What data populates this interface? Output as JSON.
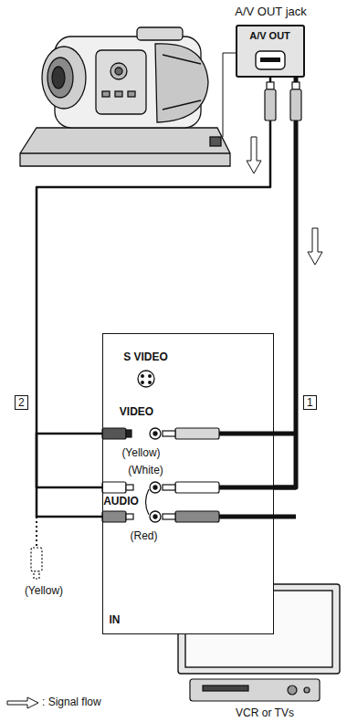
{
  "diagram": {
    "nodes": [
      {
        "text": [
          "A/V OUT jack",
          "A/V OUT"
        ]
      },
      {
        "text": [
          "S VIDEO",
          "VIDEO",
          "(Yellow)",
          "(White)",
          "AUDIO",
          "(Red)",
          "IN"
        ]
      }
    ],
    "edges": [
      {
        "from": 0,
        "to": 1,
        "arrow": "none",
        "label": "2"
      },
      {
        "from": 0,
        "to": 1,
        "arrow": "none",
        "label": "1"
      }
    ],
    "labels": [
      "(Yellow)",
      "VCR or TVs"
    ],
    "legend": [
      {
        "text": ": Signal flow"
      }
    ]
  }
}
